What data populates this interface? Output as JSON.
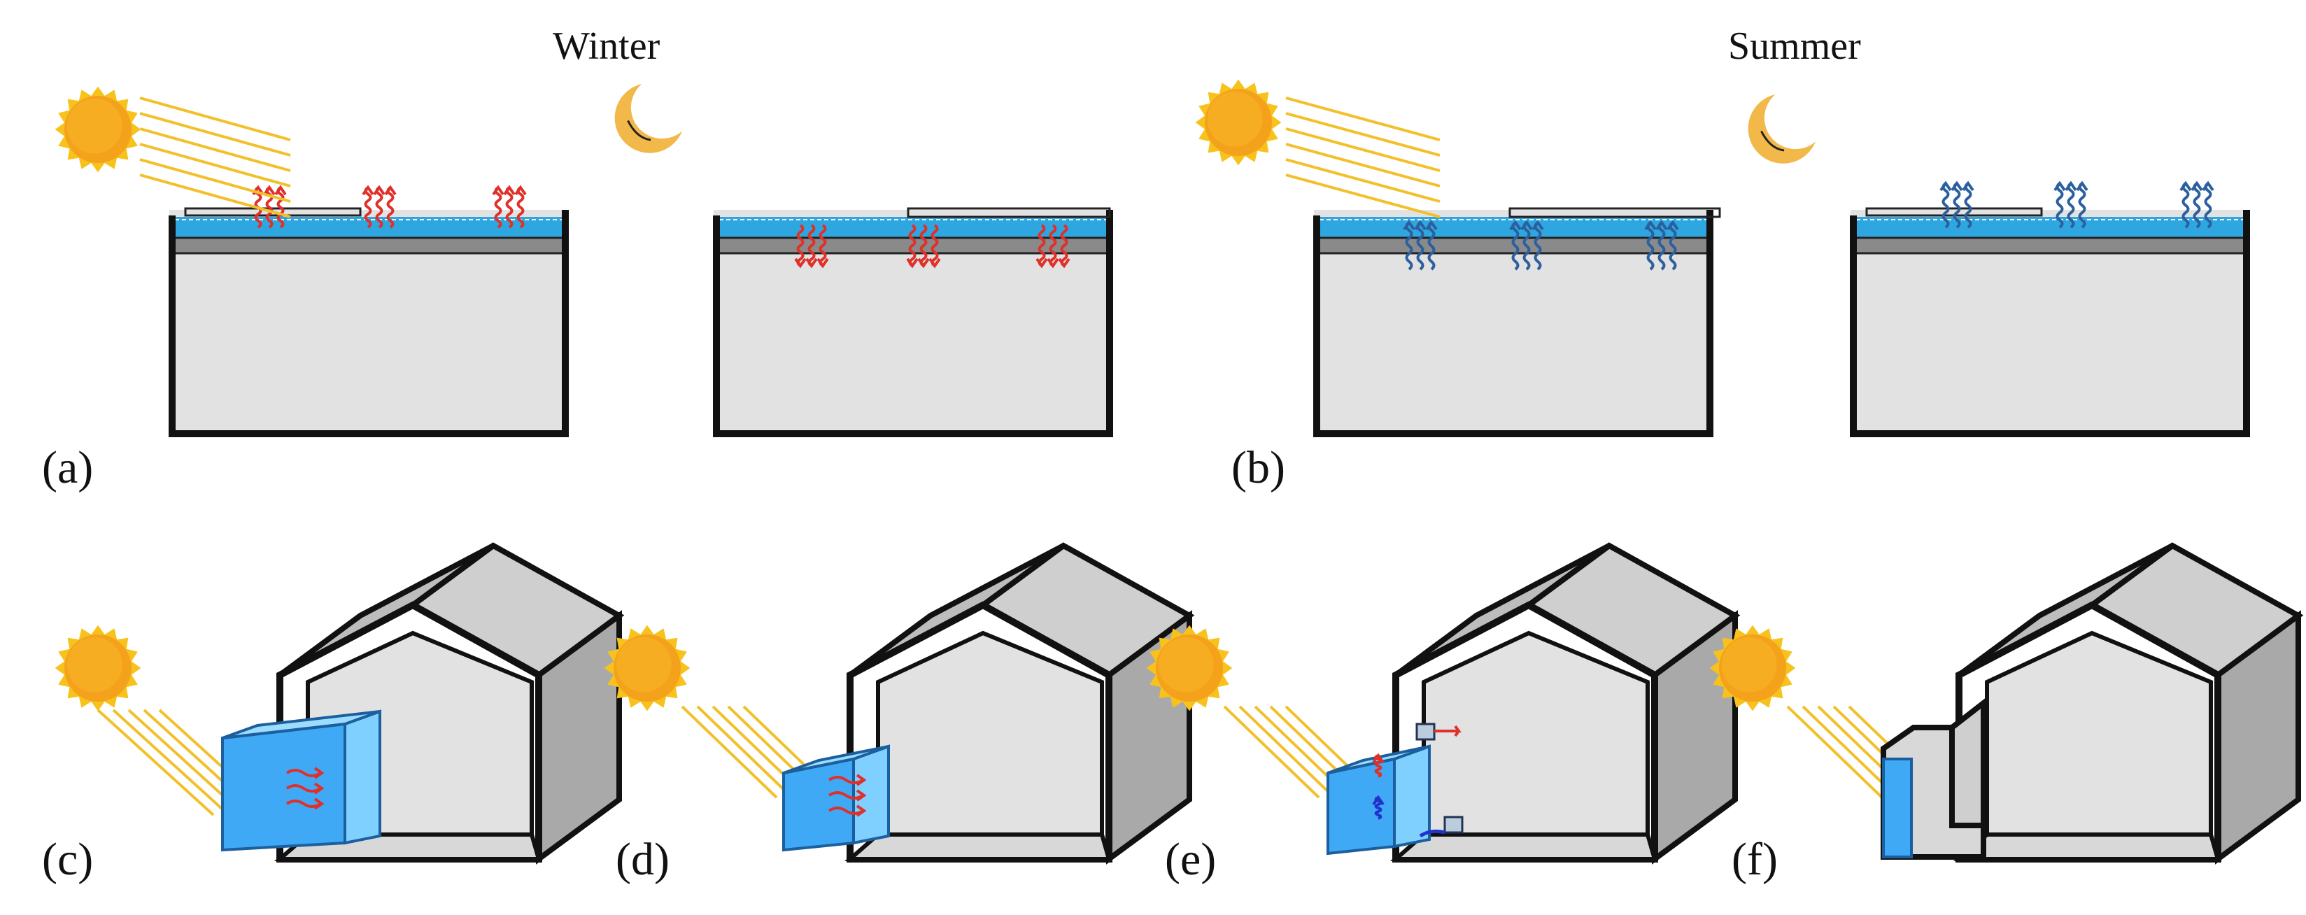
{
  "seasons": {
    "winter": "Winter",
    "summer": "Summer"
  },
  "panel_labels": {
    "a": "(a)",
    "b": "(b)",
    "c": "(c)",
    "d": "(d)",
    "e": "(e)",
    "f": "(f)"
  },
  "colors": {
    "sun": "#f4a21c",
    "sun_rays": "#f2c02a",
    "moon": "#f2b84a",
    "water": "#2ea7e0",
    "roof_slab": "#8a8a8a",
    "room_fill": "#e3e2e3",
    "wall_fill": "#a9a9a9",
    "outline": "#111111",
    "heat_arrow_winter": "#e0302a",
    "heat_arrow_summer": "#2b5f9e",
    "sunspace_glass": "#3fa9f5"
  },
  "icons": [
    "sun-icon",
    "moon-icon",
    "wavy-arrow-icon",
    "house-icon",
    "sunspace-icon",
    "vent-icon"
  ]
}
